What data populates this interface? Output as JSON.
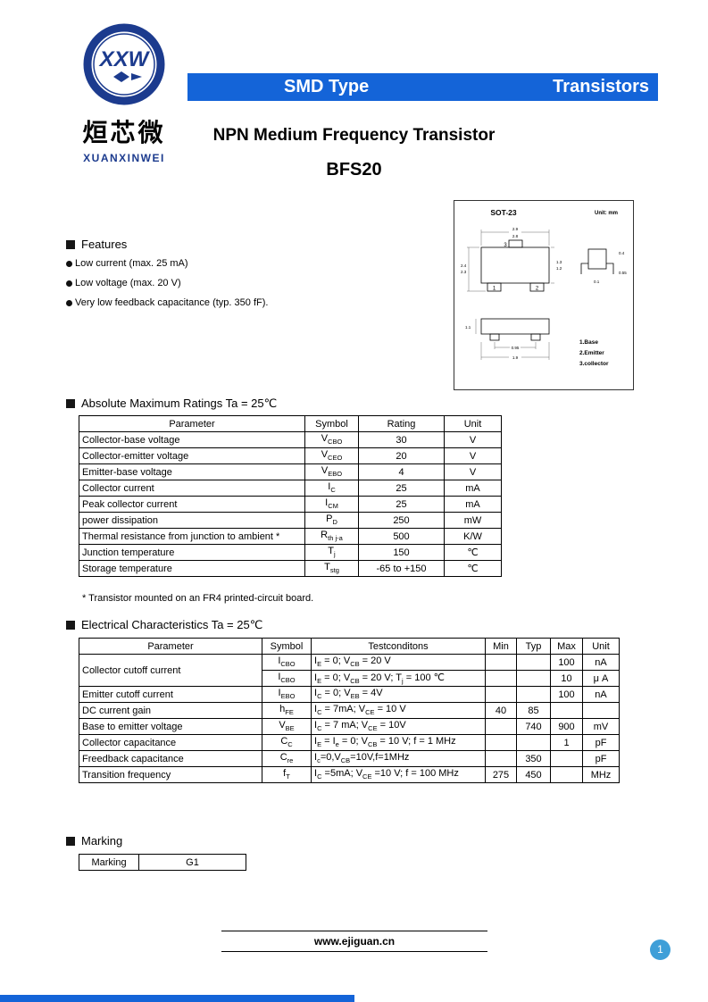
{
  "logo": {
    "xxw": "XXW",
    "cn": "烜芯微",
    "en": "XUANXINWEI"
  },
  "banner": {
    "left": "SMD Type",
    "right": "Transistors"
  },
  "title": {
    "subtitle": "NPN Medium Frequency Transistor",
    "part": "BFS20"
  },
  "features": {
    "heading": "Features",
    "items": [
      "Low current (max. 25 mA)",
      "Low voltage (max. 20 V)",
      "Very low feedback capacitance (typ. 350 fF)."
    ]
  },
  "package": {
    "name": "SOT-23",
    "unit": "Unit: mm",
    "pin_numbers": [
      "1",
      "2",
      "3"
    ],
    "legend": [
      "1.Base",
      "2.Emitter",
      "3.collector"
    ],
    "dims": {
      "width_a": "2.9",
      "width_b": "2.8",
      "height_a": "2.4",
      "height_b": "2.3",
      "body_a": "1.3",
      "body_b": "1.2",
      "pitch": "0.95",
      "span": "1.9",
      "lead_w": "0.4",
      "stand": "0.55",
      "body_h": "1.1",
      "thk": "0.1"
    }
  },
  "abs_max": {
    "heading": "Absolute Maximum Ratings Ta = 25℃",
    "headers": [
      "Parameter",
      "Symbol",
      "Rating",
      "Unit"
    ],
    "rows": [
      [
        {
          "t": "Collector-base voltage",
          "cls": "L"
        },
        "V~CBO~",
        "30",
        "V"
      ],
      [
        {
          "t": "Collector-emitter voltage",
          "cls": "L"
        },
        "V~CEO~",
        "20",
        "V"
      ],
      [
        {
          "t": "Emitter-base voltage",
          "cls": "L"
        },
        "V~EBO~",
        "4",
        "V"
      ],
      [
        {
          "t": "Collector current",
          "cls": "L"
        },
        "I~C~",
        "25",
        "mA"
      ],
      [
        {
          "t": "Peak collector current",
          "cls": "L"
        },
        "I~CM~",
        "25",
        "mA"
      ],
      [
        {
          "t": "power dissipation",
          "cls": "L"
        },
        "P~D~",
        "250",
        "mW"
      ],
      [
        {
          "t": "Thermal resistance from junction to ambient *",
          "cls": "L"
        },
        "R~th j-a~",
        "500",
        "K/W"
      ],
      [
        {
          "t": "Junction temperature",
          "cls": "L"
        },
        "T~j~",
        "150",
        "℃"
      ],
      [
        {
          "t": "Storage temperature",
          "cls": "L"
        },
        "T~stg~",
        "-65 to +150",
        "℃"
      ]
    ],
    "note": "* Transistor mounted on an FR4 printed-circuit board."
  },
  "electrical": {
    "heading": "Electrical Characteristics Ta = 25℃",
    "headers": [
      "Parameter",
      "Symbol",
      "Testconditons",
      "Min",
      "Typ",
      "Max",
      "Unit"
    ],
    "rows": [
      [
        {
          "t": "Collector cutoff current",
          "cls": "L",
          "rs": 2
        },
        "I~CBO~",
        {
          "t": "I~E~ = 0; V~CB~ = 20 V",
          "cls": "L"
        },
        "",
        "",
        "100",
        "nA"
      ],
      [
        "I~CBO~",
        {
          "t": "I~E~ = 0; V~CB~ = 20 V; T~j~ = 100 ℃",
          "cls": "L"
        },
        "",
        "",
        "10",
        "μ A"
      ],
      [
        {
          "t": "Emitter cutoff current",
          "cls": "L"
        },
        "I~EBO~",
        {
          "t": "I~C~ = 0; V~EB~ = 4V",
          "cls": "L"
        },
        "",
        "",
        "100",
        "nA"
      ],
      [
        {
          "t": "DC current gain",
          "cls": "L"
        },
        "h~FE~",
        {
          "t": "I~C~ = 7mA; V~CE~ = 10 V",
          "cls": "L"
        },
        "40",
        "85",
        "",
        ""
      ],
      [
        {
          "t": "Base to emitter voltage",
          "cls": "L"
        },
        "V~BE~",
        {
          "t": "I~C~ = 7 mA; V~CE~ = 10V",
          "cls": "L"
        },
        "",
        "740",
        "900",
        "mV"
      ],
      [
        {
          "t": "Collector capacitance",
          "cls": "L"
        },
        "C~C~",
        {
          "t": "I~E~ = I~e~ = 0; V~CB~ = 10 V; f = 1 MHz",
          "cls": "L"
        },
        "",
        "",
        "1",
        "pF"
      ],
      [
        {
          "t": "Freedback capacitance",
          "cls": "L"
        },
        "C~re~",
        {
          "t": "I~c~=0,V~CB~=10V,f=1MHz",
          "cls": "L"
        },
        "",
        "350",
        "",
        "pF"
      ],
      [
        {
          "t": "Transition frequency",
          "cls": "L"
        },
        "f~T~",
        {
          "t": "I~C~ =5mA; V~CE~ =10 V; f = 100 MHz",
          "cls": "L"
        },
        "275",
        "450",
        "",
        "MHz"
      ]
    ]
  },
  "marking": {
    "heading": "Marking",
    "rows": [
      [
        "Marking",
        "G1"
      ]
    ]
  },
  "footer": {
    "url": "www.ejiguan.cn",
    "page": "1"
  },
  "colors": {
    "banner_blue": "#1464d8",
    "navy": "#1c3b8e",
    "page_circle_blue": "#3f9fd8"
  }
}
